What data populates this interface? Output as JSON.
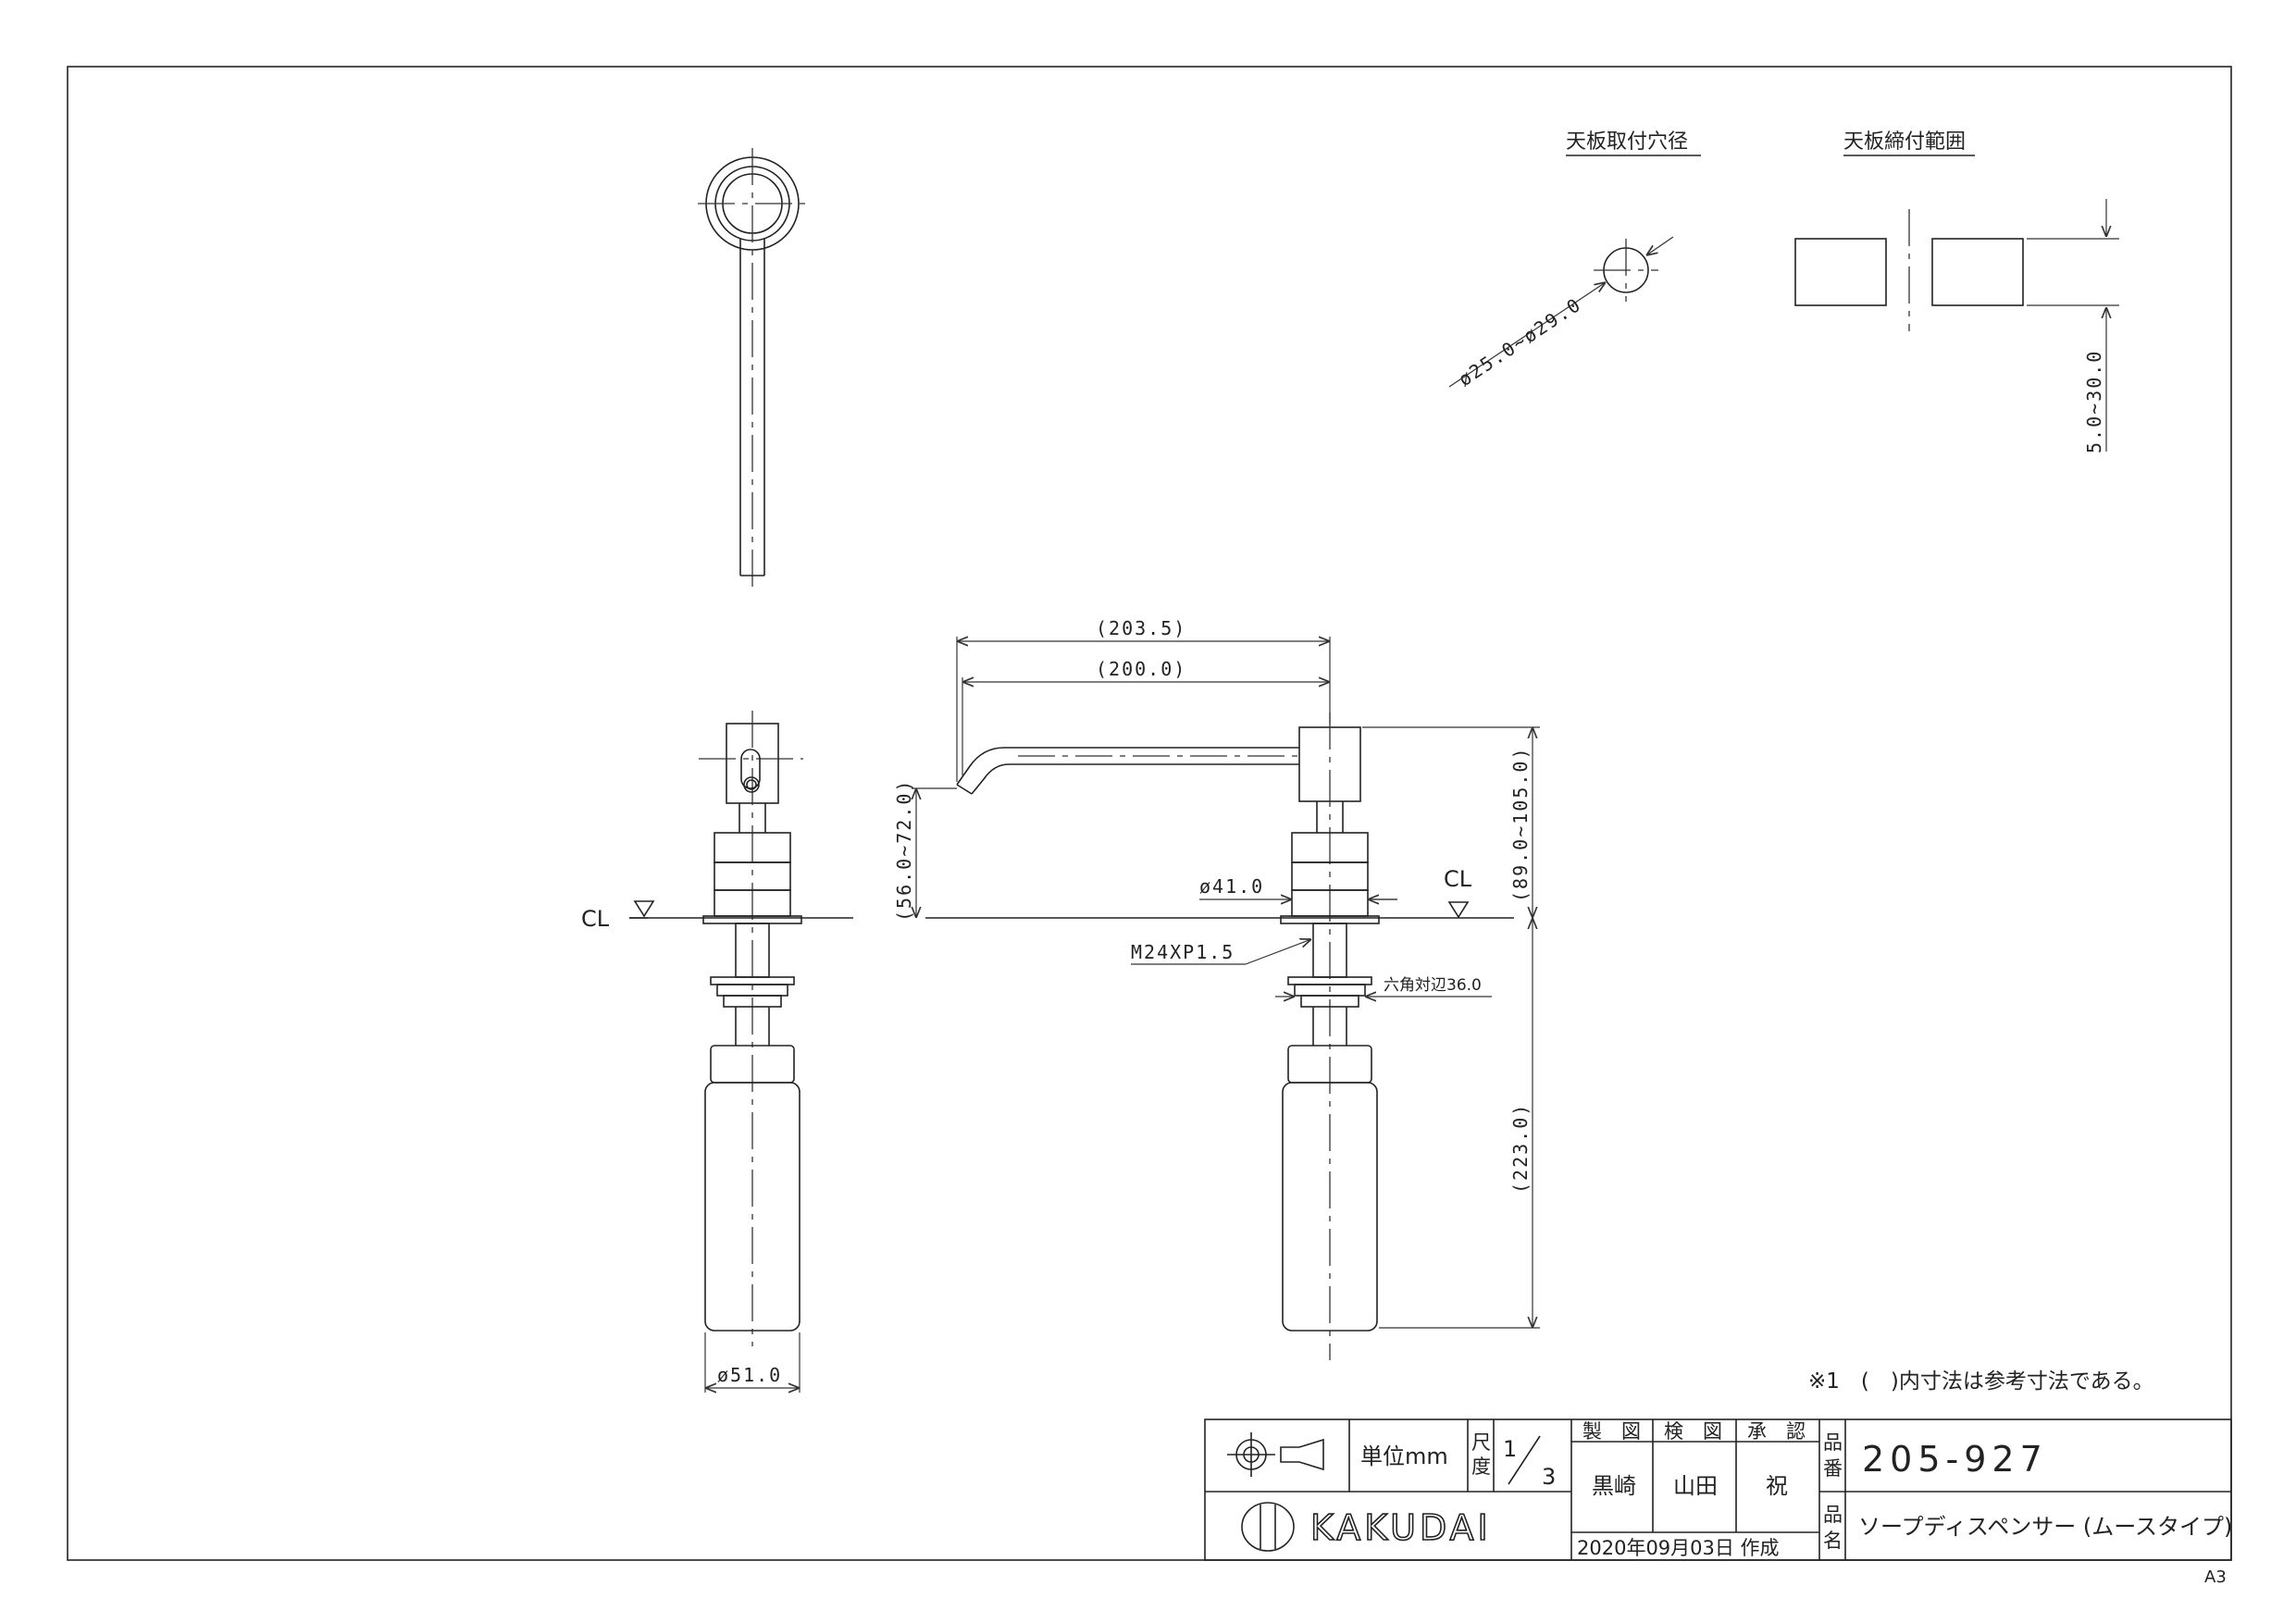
{
  "views": {
    "hole_title": "天板取付穴径",
    "clamp_title": "天板締付範囲",
    "hole_dim": "ø25.0~ø29.0",
    "clamp_dim": "5.0~30.0"
  },
  "dimensions": {
    "spout_outer": "(203.5)",
    "spout_inner": "(200.0)",
    "height_above": "(89.0~105.0)",
    "spout_height": "(56.0~72.0)",
    "below_counter": "(223.0)",
    "body_dia": "ø41.0",
    "thread": "M24XP1.5",
    "hex": "六角対辺36.0",
    "bottle_dia": "ø51.0",
    "cl_left": "CL",
    "cl_right": "CL"
  },
  "note": "※1　(　)内寸法は参考寸法である。",
  "title_block": {
    "unit_label": "単位mm",
    "scale_label_1": "尺",
    "scale_label_2": "度",
    "scale_num": "1",
    "scale_den": "3",
    "drawn_hdr": "製　図",
    "checked_hdr": "検　図",
    "approved_hdr": "承　認",
    "drawn_by": "黒崎",
    "checked_by": "山田",
    "approved_by": "祝",
    "date": "2020年09月03日 作成",
    "part_no_label_1": "品",
    "part_no_label_2": "番",
    "part_no": "205-927",
    "part_name_label_1": "品",
    "part_name_label_2": "名",
    "part_name": "ソープディスペンサー (ムースタイプ)",
    "logo": "KAKUDAI",
    "sheet_size": "A3"
  }
}
